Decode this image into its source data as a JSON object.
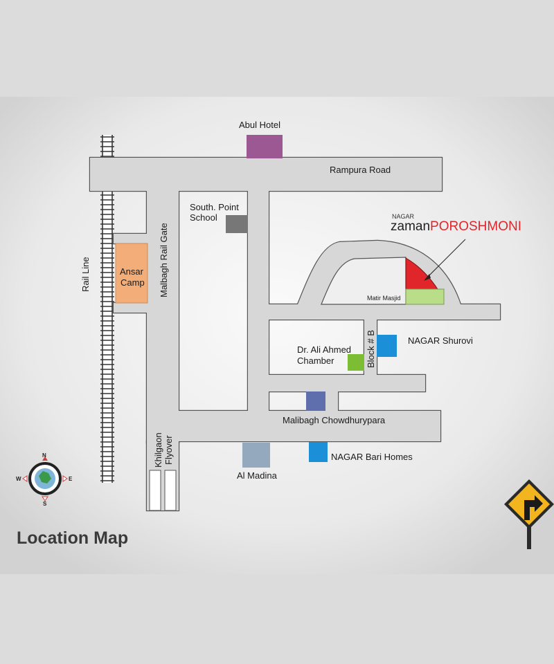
{
  "roads": {
    "rampura_road": "Rampura Road",
    "malbagh_rail_gate": "Malbagh Rail Gate",
    "block_b": "Block # B",
    "malibagh_chowdhurypara": "Malibagh Chowdhurypara",
    "khilgaon_flyover_line1": "Khilgaon",
    "khilgaon_flyover_line2": "Flyover",
    "rail_line": "Rail Line"
  },
  "landmarks": {
    "abul_hotel": {
      "label": "Abul Hotel",
      "color": "#9b5893"
    },
    "south_point_school": {
      "label_line1": "South. Point",
      "label_line2": "School",
      "color": "#777777"
    },
    "ansar_camp": {
      "label_line1": "Ansar",
      "label_line2": "Camp",
      "color": "#f2ad78"
    },
    "matir_masjid": {
      "label": "Matir Masjid",
      "color": "#b9dd88"
    },
    "nagar_shurovi": {
      "label": "NAGAR Shurovi",
      "color": "#1b8fd8"
    },
    "dr_ali_ahmed_chamber": {
      "label_line1": "Dr. Ali Ahmed",
      "label_line2": "Chamber",
      "color": "#7cbd33"
    },
    "unnamed_block": {
      "color": "#5f6fae"
    },
    "al_madina": {
      "label": "Al Madina",
      "color": "#94a9be"
    },
    "nagar_bari_homes": {
      "label": "NAGAR Bari Homes",
      "color": "#1b8fd8"
    }
  },
  "project": {
    "brand_small": "NAGAR",
    "name_part1": "zaman",
    "name_part2": "POROSHMONI",
    "accent_color": "#e0262a"
  },
  "compass": {
    "north": "N",
    "south": "S",
    "east": "E",
    "west": "W",
    "icon": "compass-icon"
  },
  "sign": {
    "icon": "turn-right-road-sign-icon",
    "color": "#f2b51d"
  },
  "map_title": "Location Map"
}
